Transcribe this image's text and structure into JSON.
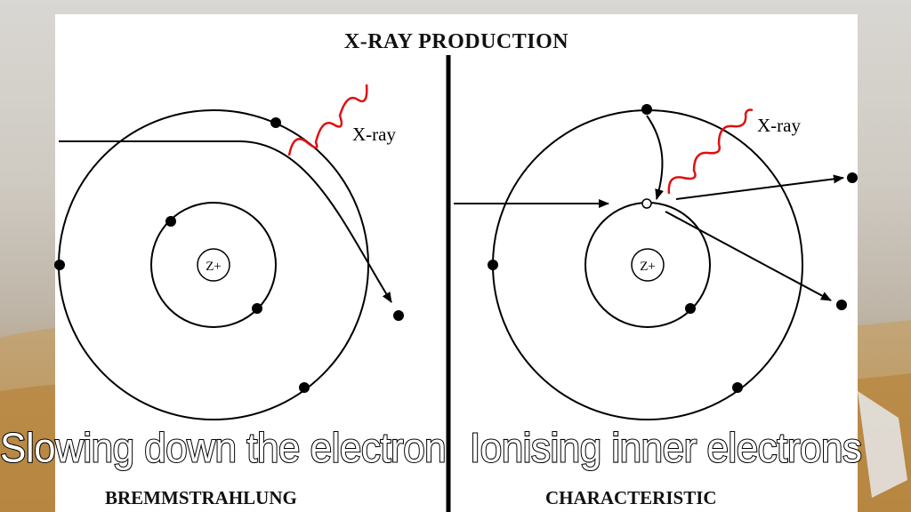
{
  "title": "X-RAY PRODUCTION",
  "left_panel": {
    "nucleus_label": "Z+",
    "xray_label": "X-ray",
    "caption": "Slowing down the electron",
    "name": "BREMMSTRAHLUNG"
  },
  "right_panel": {
    "nucleus_label": "Z+",
    "xray_label": "X-ray",
    "caption": "Ionising inner electrons",
    "name": "CHARACTERISTIC"
  },
  "colors": {
    "xray_wave": "#e01010",
    "line": "#000000"
  }
}
